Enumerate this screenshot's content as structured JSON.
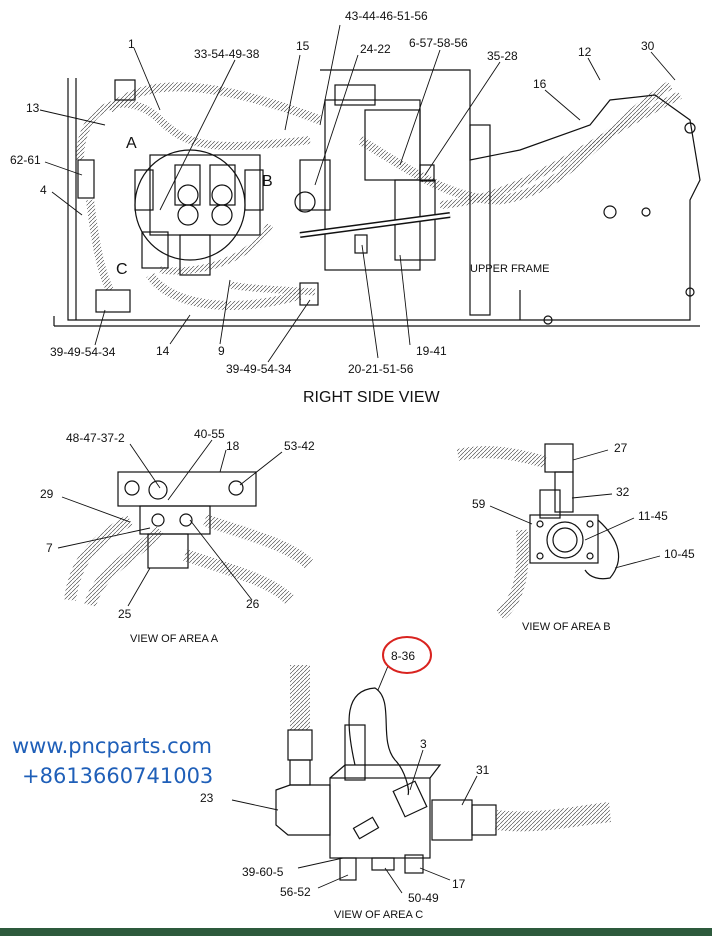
{
  "title": "RIGHT SIDE VIEW",
  "frame_label": "UPPER FRAME",
  "area_labels": {
    "a": "A",
    "b": "B",
    "c": "C"
  },
  "view_a": "VIEW OF AREA A",
  "view_b": "VIEW OF AREA B",
  "view_c": "VIEW OF AREA C",
  "watermark": {
    "url": "www.pncparts.com",
    "phone": "+8613660741003"
  },
  "callouts": {
    "main": [
      "1",
      "33-54-49-38",
      "15",
      "43-44-46-51-56",
      "24-22",
      "6-57-58-56",
      "35-28",
      "12",
      "30",
      "16",
      "13",
      "62-61",
      "4",
      "39-49-54-34",
      "14",
      "9",
      "39-49-54-34",
      "20-21-51-56",
      "19-41"
    ],
    "area_a": [
      "48-47-37-2",
      "40-55",
      "18",
      "53-42",
      "29",
      "7",
      "25",
      "26"
    ],
    "area_b": [
      "27",
      "32",
      "59",
      "11-45",
      "10-45"
    ],
    "area_c": [
      "8-36",
      "3",
      "31",
      "23",
      "39-60-5",
      "56-52",
      "50-49",
      "17"
    ]
  },
  "colors": {
    "line": "#111111",
    "highlight": "#d9231f",
    "watermark": "#1f5fb8",
    "bar": "#2d5a3c"
  }
}
